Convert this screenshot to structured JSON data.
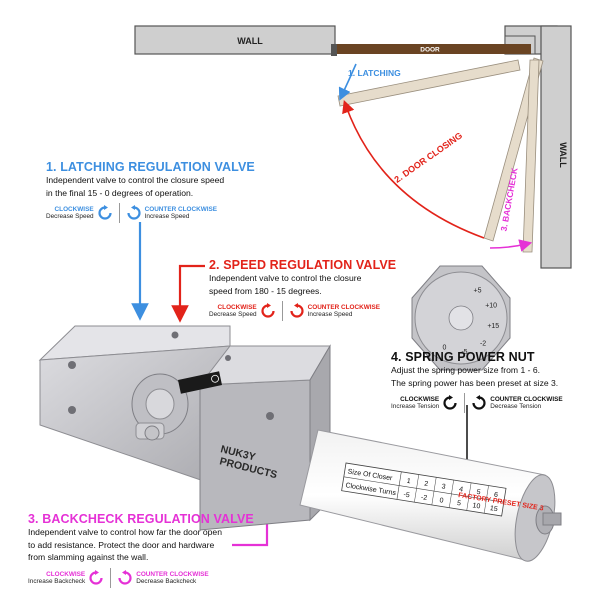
{
  "colors": {
    "blue": "#3d8fe0",
    "red": "#e2231a",
    "magenta": "#e531d6",
    "wall_fill": "#cfcfcf",
    "door_fill": "#6a4423",
    "door_panel": "#e6dccb",
    "body_metal": "#c9c9cd",
    "text": "#111111"
  },
  "diagram": {
    "wall_top_label": "WALL",
    "wall_right_label": "WALL",
    "door_label": "DOOR",
    "latching_label": "1. LATCHING",
    "door_closing_label": "2. DOOR CLOSING",
    "backcheck_label": "3. BACKCHECK"
  },
  "valves": [
    {
      "title": "1. LATCHING REGULATION VALVE",
      "description_lines": [
        "Independent valve to control the closure speed",
        "in the final 15 - 0 degrees of operation."
      ],
      "clockwise_label": "CLOCKWISE",
      "clockwise_effect": "Decrease Speed",
      "counter_label": "COUNTER CLOCKWISE",
      "counter_effect": "Increase Speed"
    },
    {
      "title": "2. SPEED REGULATION VALVE",
      "description_lines": [
        "Independent valve to control the closure",
        "speed from 180 - 15 degrees."
      ],
      "clockwise_label": "CLOCKWISE",
      "clockwise_effect": "Decrease Speed",
      "counter_label": "COUNTER CLOCKWISE",
      "counter_effect": "Increase Speed"
    },
    {
      "title": "3. BACKCHECK REGULATION VALVE",
      "description_lines": [
        "Independent valve to control how far the door open",
        "to add resistance. Protect the door and hardware",
        "from slamming against the wall."
      ],
      "clockwise_label": "CLOCKWISE",
      "clockwise_effect": "Increase Backcheck",
      "counter_label": "COUNTER CLOCKWISE",
      "counter_effect": "Decrease Backcheck"
    },
    {
      "title": "4. SPRING POWER NUT",
      "description_lines": [
        "Adjust the spring power size from 1 - 6.",
        "The spring power has been preset at size 3."
      ],
      "clockwise_label": "CLOCKWISE",
      "clockwise_effect": "Increase Tension",
      "counter_label": "COUNTER CLOCKWISE",
      "counter_effect": "Decrease Tension"
    }
  ],
  "product": {
    "brand_line1": "NUK3Y",
    "brand_line2": "PRODUCTS"
  },
  "spring_table": {
    "title": "FACTORY PRESET SIZE 3",
    "row1_label": "Size Of Closer",
    "row1_values": [
      "1",
      "2",
      "3",
      "4",
      "5",
      "6"
    ],
    "row2_label": "Clockwise Turns",
    "row2_values": [
      "-5",
      "-2",
      "0",
      "5",
      "10",
      "15"
    ]
  },
  "dial": {
    "numbers": [
      "+5",
      "+10",
      "+15",
      "-2",
      "-5",
      "0"
    ]
  }
}
